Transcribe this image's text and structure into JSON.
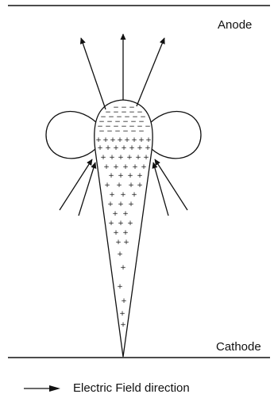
{
  "labels": {
    "anode": "Anode",
    "cathode": "Cathode"
  },
  "legend": {
    "text": "Electric Field direction",
    "icon": "arrow-right-icon"
  },
  "charges": {
    "head_symbol": "−",
    "tail_symbol": "+"
  },
  "colors": {
    "ink": "#111111",
    "background": "#ffffff"
  }
}
